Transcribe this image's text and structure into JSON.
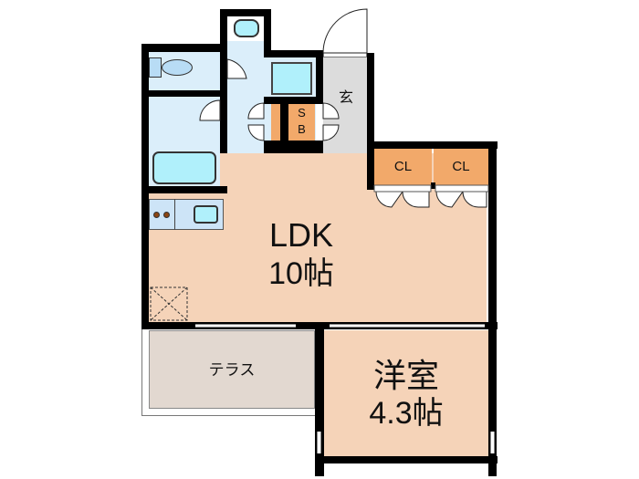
{
  "floorplan": {
    "rooms": {
      "ldk": {
        "name": "LDK",
        "size": "10帖"
      },
      "western_room": {
        "name": "洋室",
        "size": "4.3帖"
      },
      "terrace": {
        "name": "テラス"
      },
      "entrance": {
        "name": "玄"
      },
      "shoe_box": {
        "line1": "S",
        "line2": "B"
      },
      "closet_1": {
        "name": "CL"
      },
      "closet_2": {
        "name": "CL"
      }
    },
    "colors": {
      "room_floor": "#f5d3b8",
      "wet_area": "#dbeefa",
      "fixture": "#b0f0fb",
      "storage": "#f2a96a",
      "entrance": "#dcdcdc",
      "terrace": "#e2d8d0",
      "wall": "#000000"
    }
  }
}
